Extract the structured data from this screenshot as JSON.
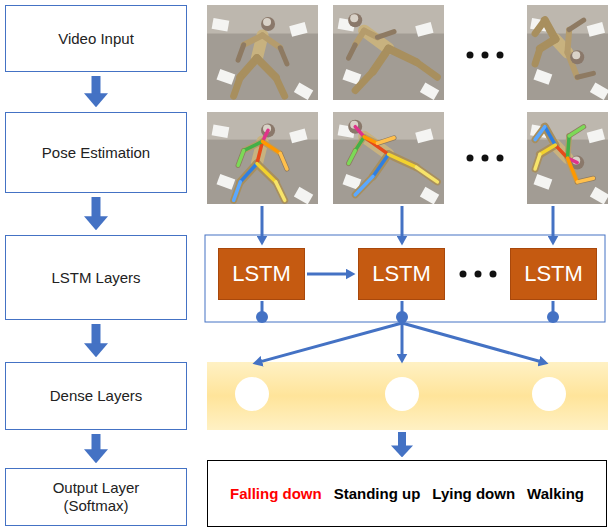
{
  "diagram": {
    "nodes": [
      {
        "text": [
          "Video Input"
        ]
      },
      {
        "text": [
          "Pose Estimation"
        ]
      },
      {
        "text": [
          "LSTM Layers"
        ]
      },
      {
        "text": [
          "LSTM"
        ]
      },
      {
        "text": [
          "LSTM"
        ]
      },
      {
        "text": [
          "LSTM"
        ]
      },
      {
        "text": [
          "Dense Layers"
        ]
      },
      {
        "text": [
          "Output Layer (Softmax)"
        ]
      },
      {
        "text": [
          "Falling down",
          "Standing up",
          "Lying down",
          "Walking"
        ]
      }
    ],
    "edges": [
      {
        "from": 0,
        "to": 1,
        "arrow": "to"
      },
      {
        "from": 1,
        "to": 2,
        "arrow": "to"
      },
      {
        "from": 2,
        "to": 6,
        "arrow": "to"
      },
      {
        "from": 6,
        "to": 7,
        "arrow": "to"
      },
      {
        "from": 3,
        "to": 4,
        "arrow": "to"
      }
    ]
  }
}
